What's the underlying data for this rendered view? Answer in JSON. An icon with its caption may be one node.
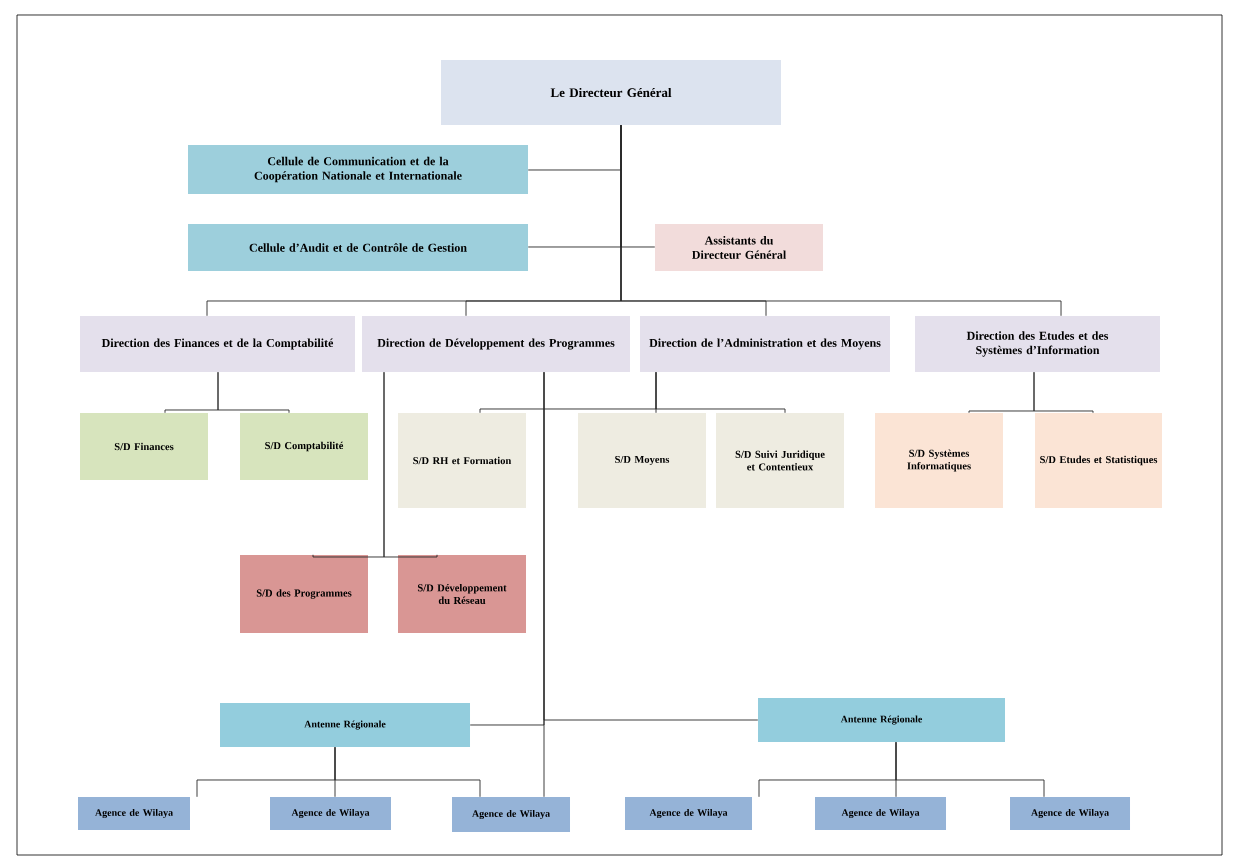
{
  "diagram": {
    "nodes": [
      {
        "text": [
          "Le Directeur Général"
        ]
      },
      {
        "text": [
          "Cellule de Communication et de la Coopération Nationale et Internationale"
        ]
      },
      {
        "text": [
          "Cellule d’Audit et de Contrôle de Gestion"
        ]
      },
      {
        "text": [
          "Assistants du Directeur Général"
        ]
      },
      {
        "text": [
          "Direction des Finances et de la Comptabilité"
        ]
      },
      {
        "text": [
          "Direction de Développement des Programmes"
        ]
      },
      {
        "text": [
          "Direction de l’Administration et des Moyens"
        ]
      },
      {
        "text": [
          "Direction des Etudes et des Systèmes d’Information"
        ]
      },
      {
        "text": [
          "S/D Finances"
        ]
      },
      {
        "text": [
          "S/D Comptabilité"
        ]
      },
      {
        "text": [
          "S/D RH et Formation"
        ]
      },
      {
        "text": [
          "S/D Moyens"
        ]
      },
      {
        "text": [
          "S/D Suivi Juridique et Contentieux"
        ]
      },
      {
        "text": [
          "S/D Systèmes Informatiques"
        ]
      },
      {
        "text": [
          "S/D Etudes et Statistiques"
        ]
      },
      {
        "text": [
          "S/D des Programmes"
        ]
      },
      {
        "text": [
          "S/D Développement du Réseau"
        ]
      },
      {
        "text": [
          "Antenne Régionale"
        ]
      },
      {
        "text": [
          "Antenne Régionale"
        ]
      },
      {
        "text": [
          "Agence de Wilaya"
        ]
      },
      {
        "text": [
          "Agence de Wilaya"
        ]
      },
      {
        "text": [
          "Agence de Wilaya"
        ]
      },
      {
        "text": [
          "Agence de Wilaya"
        ]
      },
      {
        "text": [
          "Agence de Wilaya"
        ]
      },
      {
        "text": [
          "Agence de Wilaya"
        ]
      }
    ],
    "edges": [
      {
        "from": 0,
        "to": 1,
        "arrow": "none"
      },
      {
        "from": 0,
        "to": 2,
        "arrow": "none"
      },
      {
        "from": 0,
        "to": 3,
        "arrow": "none"
      },
      {
        "from": 0,
        "to": 4,
        "arrow": "none"
      },
      {
        "from": 0,
        "to": 5,
        "arrow": "none"
      },
      {
        "from": 0,
        "to": 6,
        "arrow": "none"
      },
      {
        "from": 0,
        "to": 7,
        "arrow": "none"
      },
      {
        "from": 4,
        "to": 8,
        "arrow": "none"
      },
      {
        "from": 4,
        "to": 9,
        "arrow": "none"
      },
      {
        "from": 6,
        "to": 10,
        "arrow": "none"
      },
      {
        "from": 6,
        "to": 11,
        "arrow": "none"
      },
      {
        "from": 6,
        "to": 12,
        "arrow": "none"
      },
      {
        "from": 7,
        "to": 13,
        "arrow": "none"
      },
      {
        "from": 7,
        "to": 14,
        "arrow": "none"
      },
      {
        "from": 5,
        "to": 15,
        "arrow": "none"
      },
      {
        "from": 5,
        "to": 16,
        "arrow": "none"
      },
      {
        "from": 5,
        "to": 17,
        "arrow": "none"
      },
      {
        "from": 5,
        "to": 18,
        "arrow": "none"
      },
      {
        "from": 5,
        "to": 21,
        "arrow": "none"
      },
      {
        "from": 17,
        "to": 19,
        "arrow": "none"
      },
      {
        "from": 17,
        "to": 20,
        "arrow": "none"
      },
      {
        "from": 17,
        "to": 21,
        "arrow": "none"
      },
      {
        "from": 18,
        "to": 22,
        "arrow": "none"
      },
      {
        "from": 18,
        "to": 23,
        "arrow": "none"
      },
      {
        "from": 18,
        "to": 24,
        "arrow": "none"
      }
    ]
  }
}
